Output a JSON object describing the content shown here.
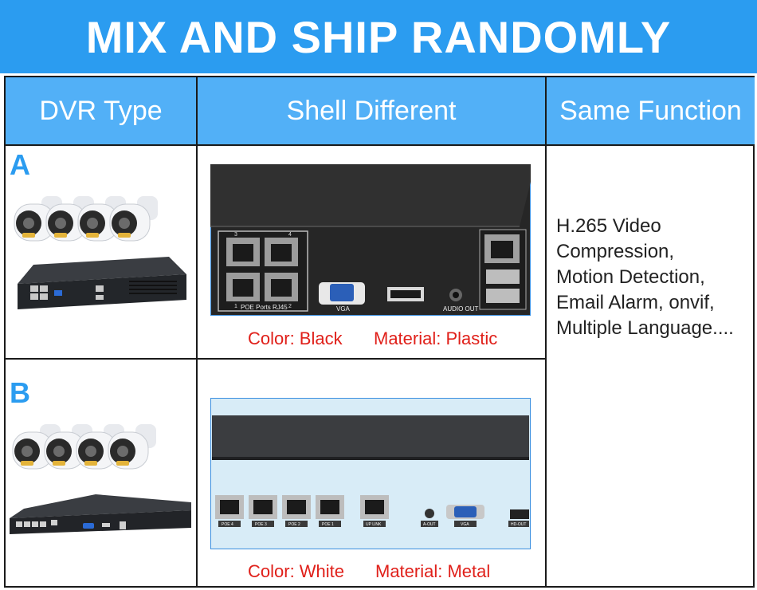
{
  "banner": {
    "title": "MIX AND SHIP RANDOMLY"
  },
  "table": {
    "headers": [
      "DVR Type",
      "Shell Different",
      "Same Function"
    ],
    "rows": [
      {
        "letter": "A",
        "color_label": "Color: Black",
        "material_label": "Material: Plastic",
        "panel_labels": {
          "poe": "POE Ports RJ45",
          "vga": "VGA",
          "audio": "AUDIO OUT",
          "port_numbers": [
            "3",
            "4",
            "1",
            "2"
          ]
        }
      },
      {
        "letter": "B",
        "color_label": "Color: White",
        "material_label": "Material: Metal",
        "panel_labels": {
          "ports": [
            "POE 4",
            "POE 3",
            "POE 2",
            "POE 1"
          ],
          "uplink": "UP LINK",
          "aout": "A-OUT",
          "vga": "VGA",
          "hdout": "HD-OUT"
        }
      }
    ],
    "function_lines": [
      "H.265 Video",
      "Compression,",
      "Motion Detection,",
      "Email Alarm, onvif,",
      "Multiple Language...."
    ]
  },
  "colors": {
    "banner_blue": "#2b9cf0",
    "header_blue": "#52b0f7",
    "caption_red": "#e0201a"
  }
}
